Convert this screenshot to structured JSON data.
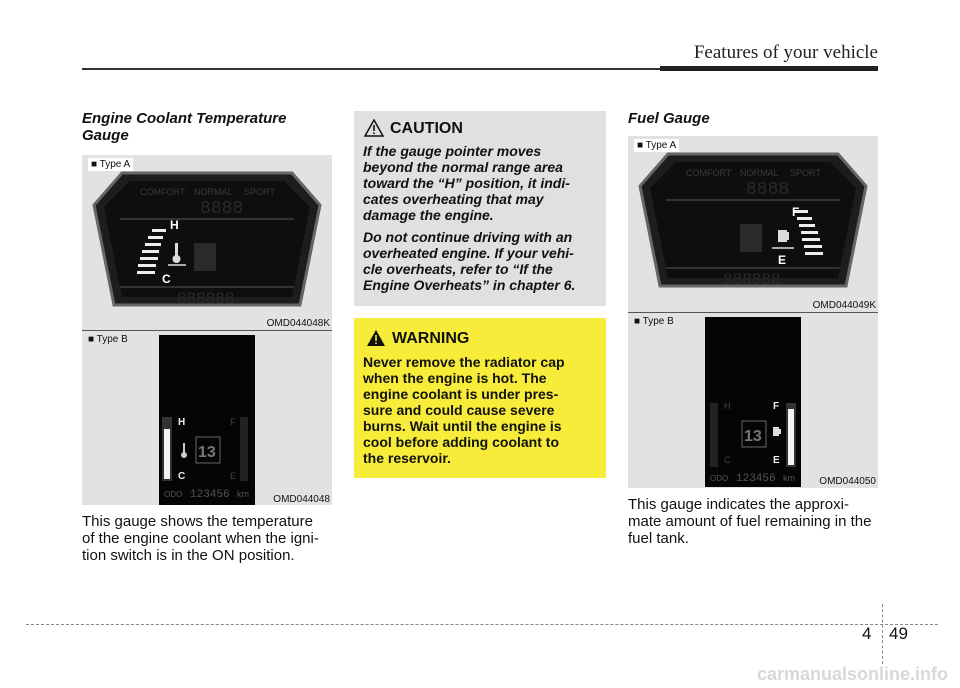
{
  "header": {
    "title": "Features of your vehicle"
  },
  "coolant": {
    "title_line1": "Engine Coolant Temperature",
    "title_line2": "Gauge",
    "type_a_label": "■ Type A",
    "code_a": "OMD044048K",
    "type_b_label": "■ Type B",
    "code_b": "OMD044048",
    "description": "This gauge shows the temperature of the engine coolant when the igni-tion switch is in the ON position.",
    "description_lines": [
      "This gauge shows the temperature",
      "of the engine coolant when the igni-",
      "tion switch is in the ON position."
    ]
  },
  "caution": {
    "title": "CAUTION",
    "icon": "warning-triangle-icon",
    "p1_lines": [
      "If the gauge pointer moves",
      "beyond the normal range area",
      "toward the “H” position, it indi-",
      "cates overheating that may",
      "damage the engine."
    ],
    "p2_lines": [
      "Do not continue driving with an",
      "overheated engine. If your vehi-",
      "cle overheats, refer to “If the",
      "Engine Overheats” in chapter 6."
    ]
  },
  "warning": {
    "title": "WARNING",
    "icon": "warning-triangle-icon",
    "color": "#f8ec3a",
    "lines": [
      "Never remove the radiator cap",
      "when the engine is hot. The",
      "engine coolant is under pres-",
      "sure and could cause severe",
      "burns. Wait until the engine is",
      "cool before adding coolant to",
      "the reservoir."
    ]
  },
  "fuel": {
    "title": "Fuel Gauge",
    "type_a_label": "■ Type A",
    "code_a": "OMD044049K",
    "type_b_label": "■ Type B",
    "code_b": "OMD044050",
    "description_lines": [
      "This gauge indicates the approxi-",
      "mate amount of fuel remaining in the",
      "fuel tank."
    ]
  },
  "cluster": {
    "gauge_h": "H",
    "gauge_c": "C",
    "gauge_f": "F",
    "gauge_e": "E",
    "gear": "13",
    "odo": "123456",
    "odo_unit": "km",
    "odo_label": "ODO",
    "mode_comfort": "COMFORT",
    "mode_normal": "NORMAL",
    "mode_sport": "SPORT",
    "speed": "8888",
    "trip": "888888"
  },
  "footer": {
    "chapter": "4",
    "page": "49"
  },
  "watermark": {
    "text": "carmanualsonline.info"
  }
}
